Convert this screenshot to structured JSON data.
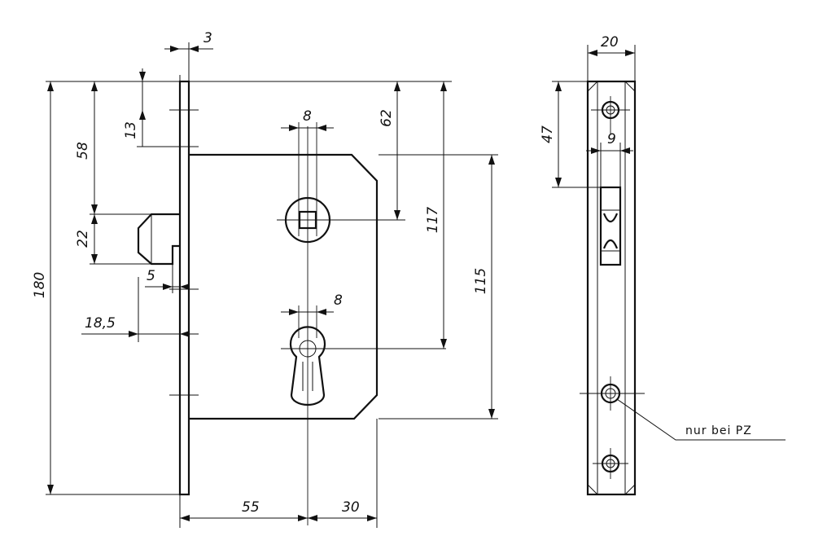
{
  "dimensions": {
    "d3": "3",
    "d13": "13",
    "d58": "58",
    "d22": "22",
    "d5": "5",
    "d18_5": "18,5",
    "d180": "180",
    "d8_top": "8",
    "d8_bottom": "8",
    "d62": "62",
    "d117": "117",
    "d115": "115",
    "d55": "55",
    "d30": "30",
    "d20": "20",
    "d47": "47",
    "d9": "9"
  },
  "notes": {
    "pz_note": "nur bei PZ"
  }
}
